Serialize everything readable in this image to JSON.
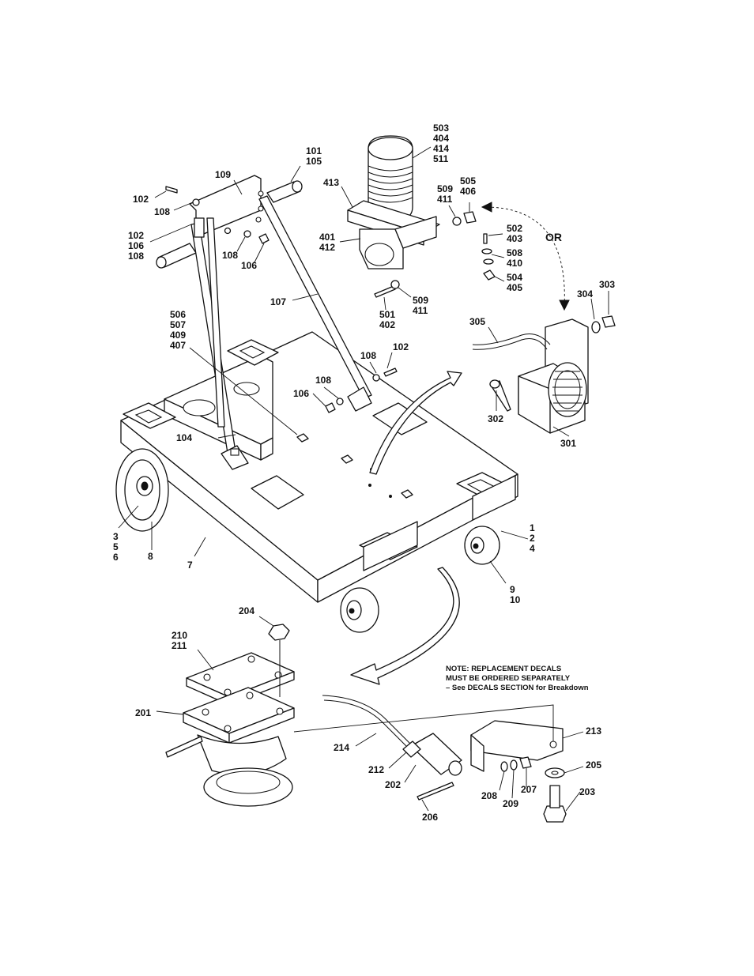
{
  "callouts": {
    "c503": [
      "503",
      "404",
      "414",
      "511"
    ],
    "c101": [
      "101",
      "105"
    ],
    "c109": [
      "109"
    ],
    "c413": [
      "413"
    ],
    "c509a": [
      "509",
      "411"
    ],
    "c505": [
      "505",
      "406"
    ],
    "c102a": [
      "102"
    ],
    "c108a": [
      "108"
    ],
    "c502": [
      "502",
      "403"
    ],
    "or": [
      "OR"
    ],
    "c102b": [
      "102",
      "106",
      "108"
    ],
    "c401": [
      "401",
      "412"
    ],
    "c508": [
      "508",
      "410"
    ],
    "c108b": [
      "108"
    ],
    "c106a": [
      "106"
    ],
    "c504": [
      "504",
      "405"
    ],
    "c303": [
      "303"
    ],
    "c304": [
      "304"
    ],
    "c107": [
      "107"
    ],
    "c509b": [
      "509",
      "411"
    ],
    "c501": [
      "501",
      "402"
    ],
    "c506": [
      "506",
      "507",
      "409",
      "407"
    ],
    "c305": [
      "305"
    ],
    "c102c": [
      "102"
    ],
    "c108c": [
      "108"
    ],
    "c108d": [
      "108"
    ],
    "c106b": [
      "106"
    ],
    "c302": [
      "302"
    ],
    "c104": [
      "104"
    ],
    "c301": [
      "301"
    ],
    "c356": [
      "3",
      "5",
      "6"
    ],
    "c8": [
      "8"
    ],
    "c7": [
      "7"
    ],
    "c124": [
      "1",
      "2",
      "4"
    ],
    "c910": [
      "9",
      "10"
    ],
    "c204": [
      "204"
    ],
    "c210": [
      "210",
      "211"
    ],
    "c201": [
      "201"
    ],
    "c214": [
      "214"
    ],
    "c213": [
      "213"
    ],
    "c205": [
      "205"
    ],
    "c212": [
      "212"
    ],
    "c202": [
      "202"
    ],
    "c207": [
      "207"
    ],
    "c203": [
      "203"
    ],
    "c208": [
      "208"
    ],
    "c209": [
      "209"
    ],
    "c206": [
      "206"
    ]
  },
  "note": [
    "NOTE: REPLACEMENT DECALS",
    "MUST BE ORDERED SEPARATELY",
    "– See DECALS SECTION for Breakdown"
  ]
}
